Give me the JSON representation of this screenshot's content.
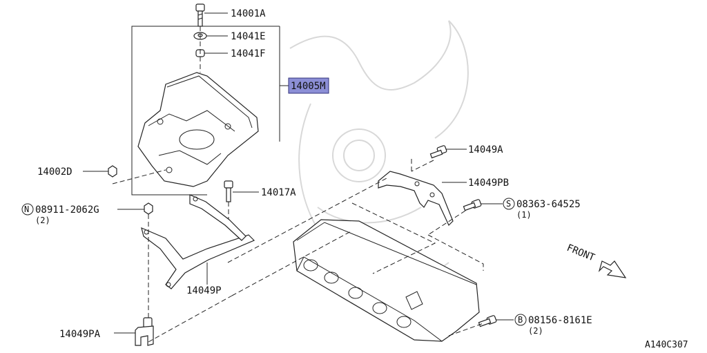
{
  "diagram_code": "A140C307",
  "front_label": "FRONT",
  "highlight_color": "#8c8fd6",
  "callouts": {
    "p14001A": "14001A",
    "p14041E": "14041E",
    "p14041F": "14041F",
    "p14005M": "14005M",
    "p14049A": "14049A",
    "p14049PB": "14049PB",
    "p14002D": "14002D",
    "p14017A": "14017A",
    "p08911": "08911-2062G",
    "p08911_qty": "(2)",
    "p08911_prefix": "N",
    "p08363": "08363-64525",
    "p08363_qty": "(1)",
    "p08363_prefix": "S",
    "p14049P": "14049P",
    "p14049PA": "14049PA",
    "p08156": "08156-8161E",
    "p08156_qty": "(2)",
    "p08156_prefix": "B"
  }
}
